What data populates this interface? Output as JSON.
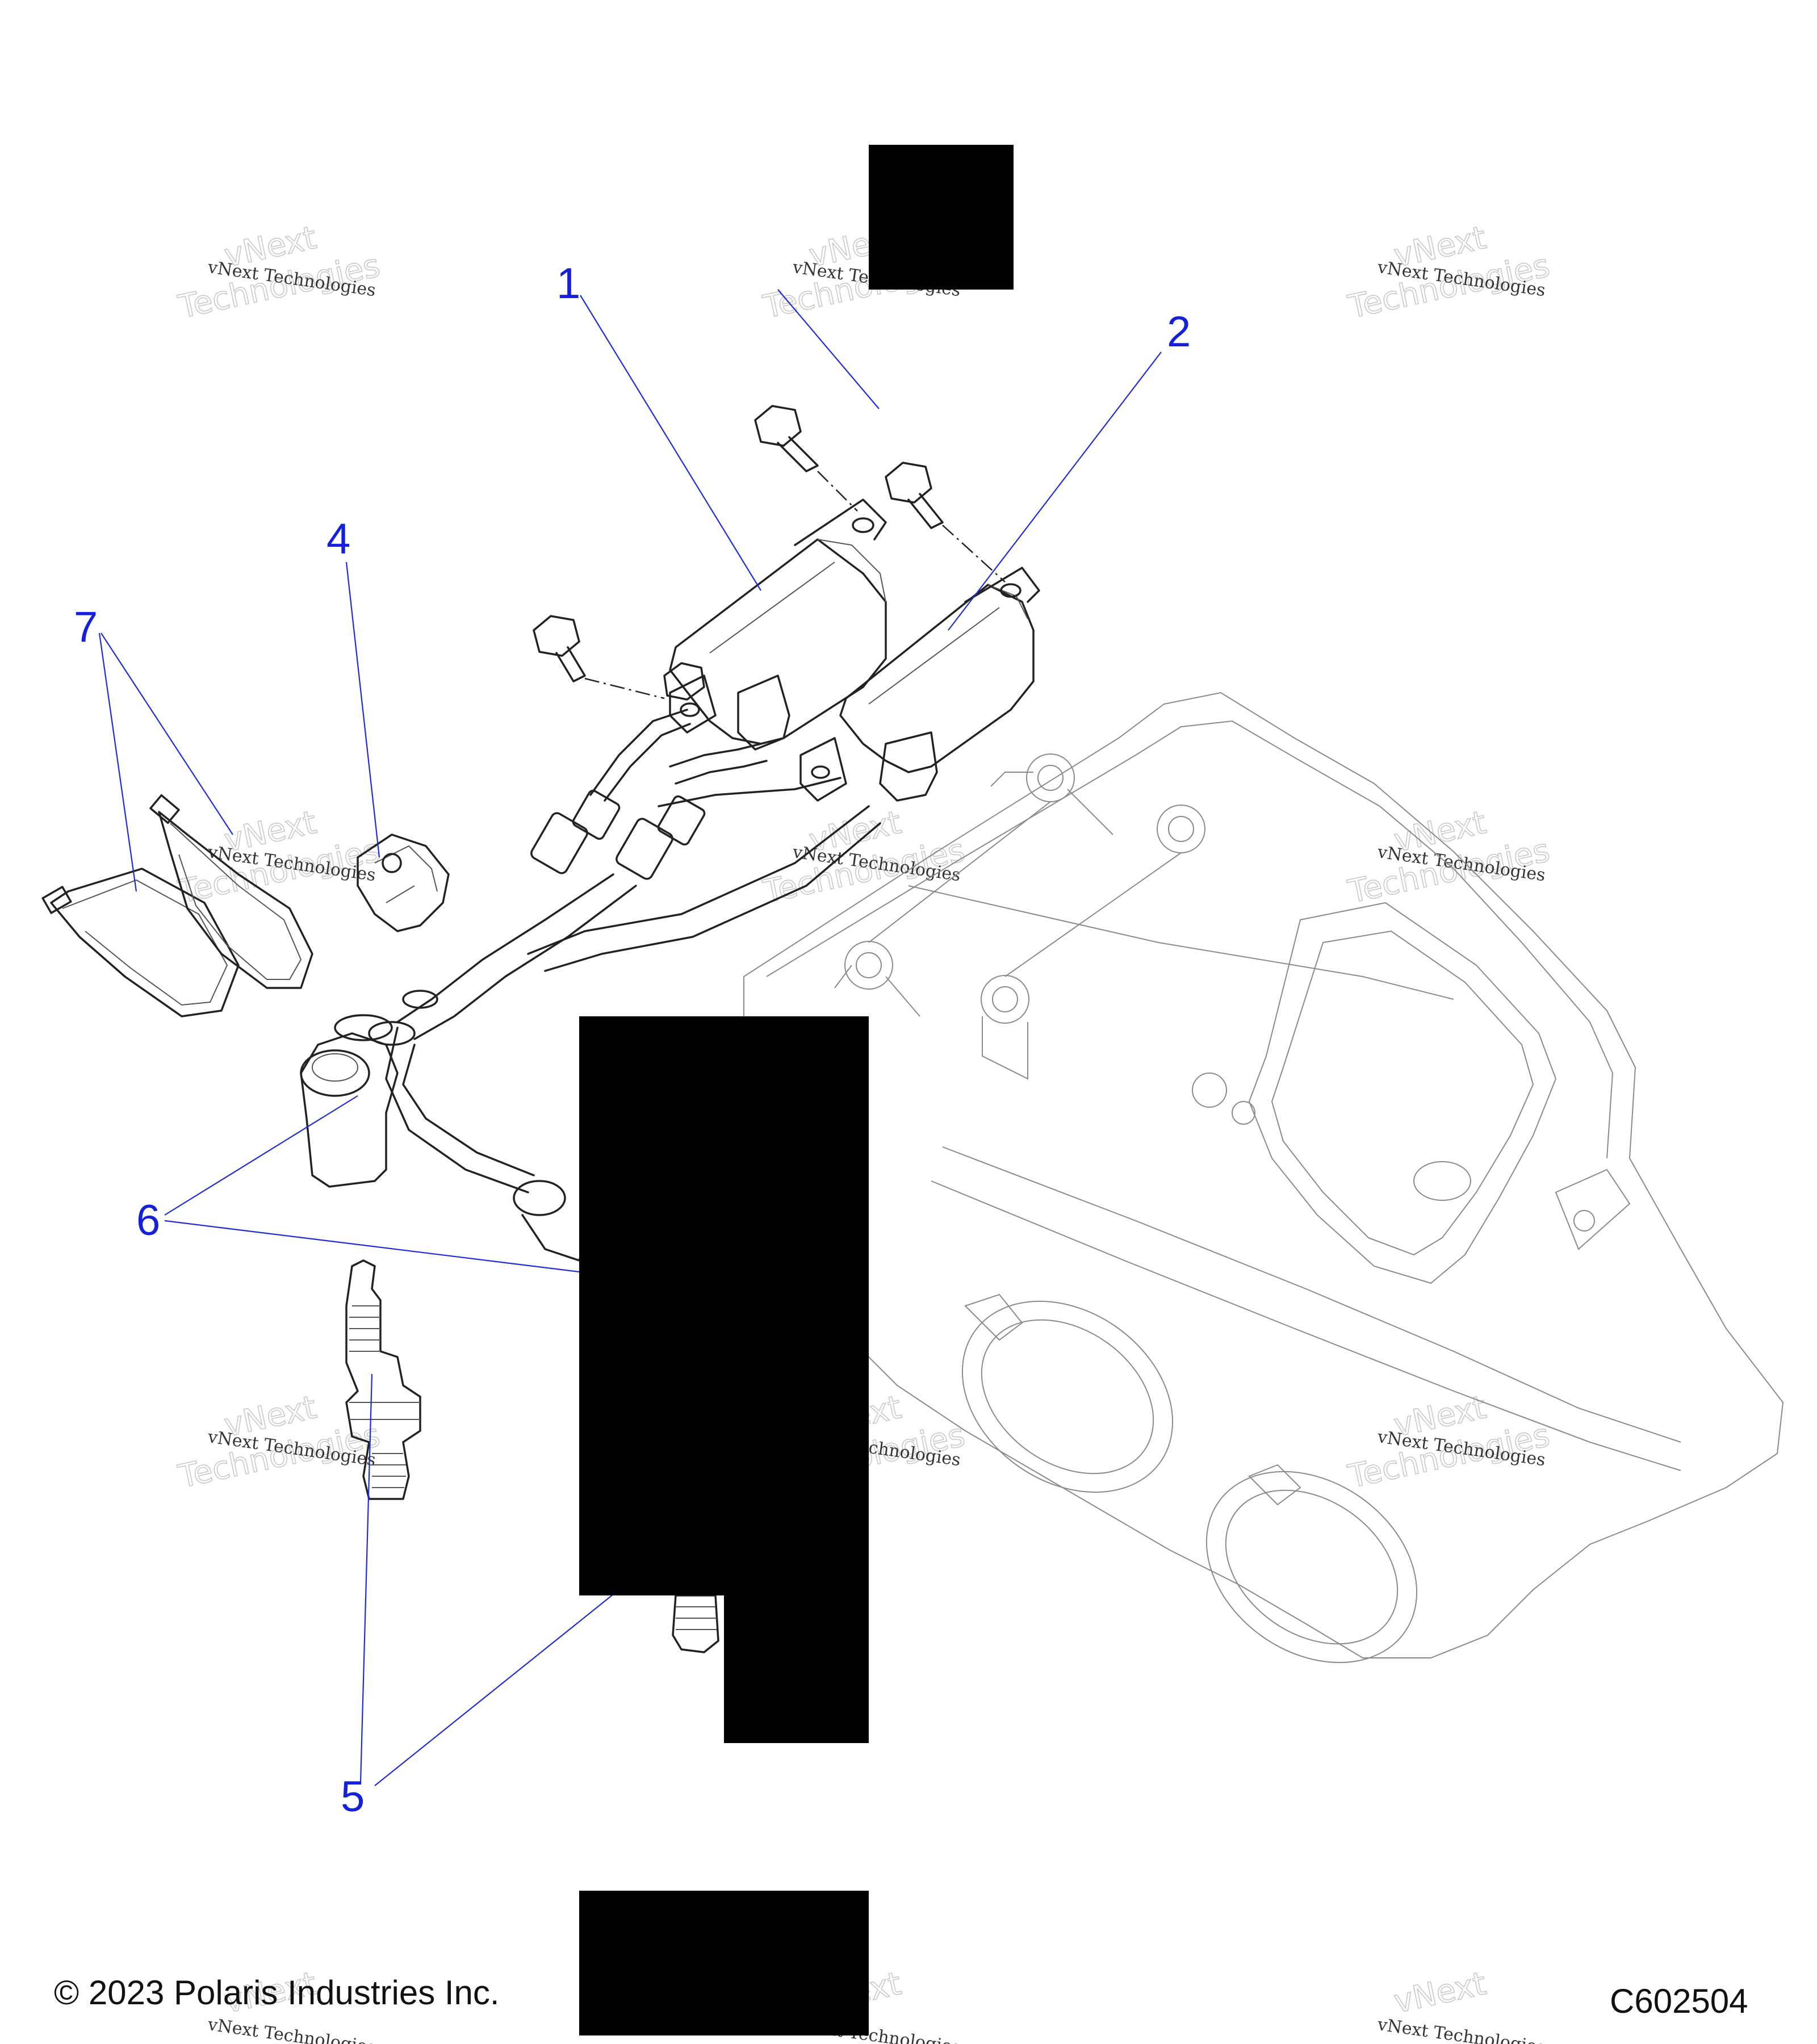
{
  "callouts": {
    "c1": "1",
    "c2": "2",
    "c4": "4",
    "c5": "5",
    "c6": "6",
    "c7": "7"
  },
  "watermark": {
    "line_a": "vNext Technologies",
    "line_b": "vNext",
    "line_c": "Technologies"
  },
  "footer": {
    "copyright": "© 2023 Polaris Industries Inc.",
    "figure_code": "C602504"
  },
  "colors": {
    "callout": "#1521d8",
    "redaction": "#000000"
  }
}
